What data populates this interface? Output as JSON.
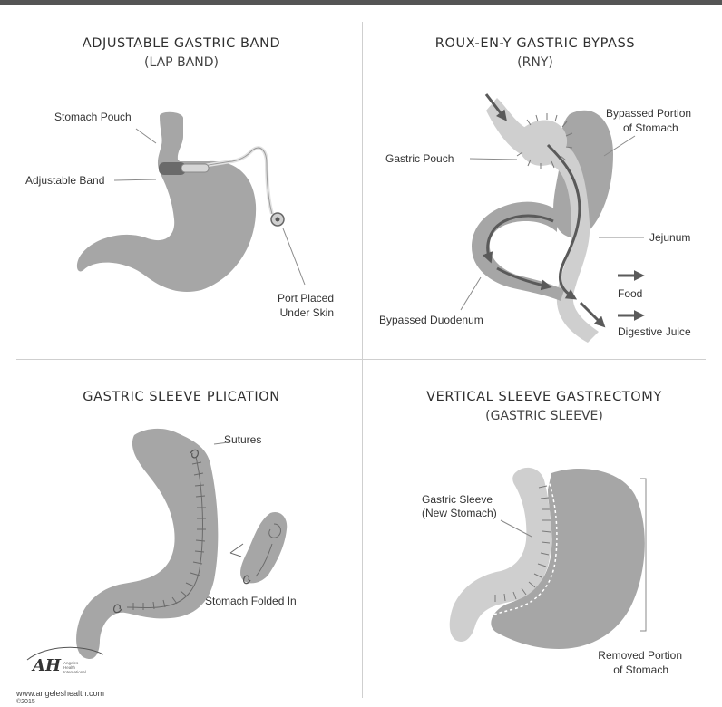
{
  "panels": {
    "lap_band": {
      "title": "ADJUSTABLE GASTRIC BAND",
      "subtitle": "(LAP BAND)",
      "labels": {
        "stomach_pouch": "Stomach Pouch",
        "adjustable_band": "Adjustable Band",
        "port_line1": "Port Placed",
        "port_line2": "Under Skin"
      }
    },
    "rny": {
      "title": "ROUX-EN-Y GASTRIC BYPASS",
      "subtitle": "(RNY)",
      "labels": {
        "bypassed_portion_line1": "Bypassed Portion",
        "bypassed_portion_line2": "of Stomach",
        "gastric_pouch": "Gastric Pouch",
        "jejunum": "Jejunum",
        "bypassed_duodenum": "Bypassed Duodenum"
      },
      "legend": {
        "food": "Food",
        "digestive_juice": "Digestive Juice"
      }
    },
    "plication": {
      "title": "GASTRIC SLEEVE PLICATION",
      "labels": {
        "sutures": "Sutures",
        "stomach_folded_in": "Stomach Folded In"
      }
    },
    "vsg": {
      "title": "VERTICAL SLEEVE GASTRECTOMY",
      "subtitle": "(GASTRIC SLEEVE)",
      "labels": {
        "gastric_sleeve_line1": "Gastric Sleeve",
        "gastric_sleeve_line2": "(New Stomach)",
        "removed_line1": "Removed Portion",
        "removed_line2": "of Stomach"
      }
    }
  },
  "footer": {
    "logo_mark": "AH",
    "logo_small_line1": "Angeles",
    "logo_small_line2": "Health",
    "logo_small_line3": "International",
    "website": "www.angeleshealth.com",
    "copyright": "©2015"
  },
  "colors": {
    "stomach": "#a6a6a6",
    "light_tissue": "#cfcfcf",
    "band": "#6a6a6a",
    "arrow": "#5a5a5a",
    "line": "#8a8a8a"
  }
}
